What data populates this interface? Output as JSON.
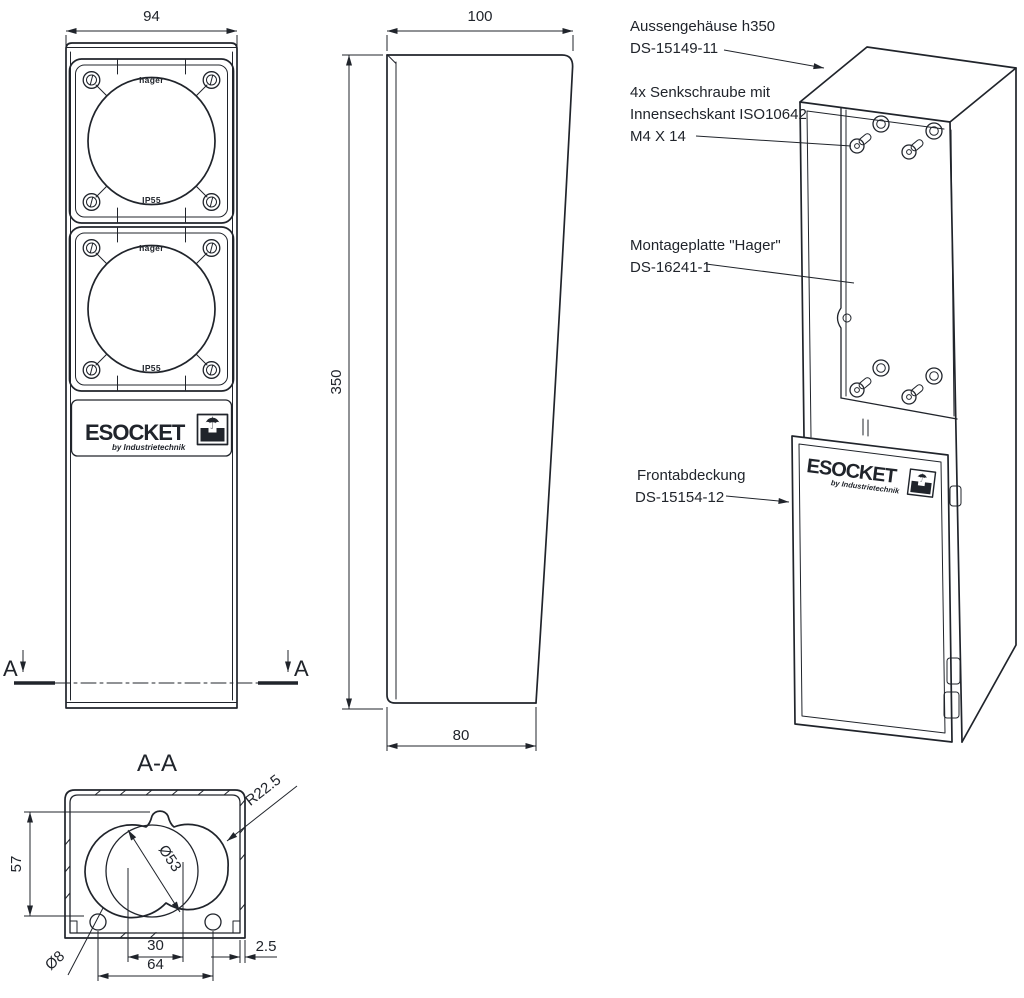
{
  "meta": {
    "ink_color": "#20242b",
    "background": "#ffffff"
  },
  "front_view": {
    "dim_width": "94",
    "socket_brand": "hager",
    "socket_rating": "IP55",
    "section_label_left": "A",
    "section_label_right": "A"
  },
  "side_view": {
    "dim_width_top": "100",
    "dim_height": "350",
    "dim_width_bottom": "80"
  },
  "section_view": {
    "title": "A-A",
    "dim_height": "57",
    "dim_corner_radius": "R22.5",
    "dim_socket_diameter": "Ø53",
    "dim_hole_diameter": "Ø8",
    "dim_hole_spacing_inner": "30",
    "dim_hole_spacing_outer": "64",
    "dim_wall_thickness": "2.5"
  },
  "logo": {
    "name": "ESOCKET",
    "byline": "by Industrietechnik",
    "umbrella_glyph": "☂"
  },
  "callouts": {
    "housing": {
      "line1": "Aussengehäuse h350",
      "line2": "DS-15149-11"
    },
    "screws": {
      "line1": "4x Senkschraube mit",
      "line2": "Innensechskant ISO10642",
      "line3": "M4 X 14"
    },
    "plate": {
      "line1": "Montageplatte \"Hager\"",
      "line2": "DS-16241-1"
    },
    "cover": {
      "line1": "Frontabdeckung",
      "line2": "DS-15154-12"
    }
  }
}
